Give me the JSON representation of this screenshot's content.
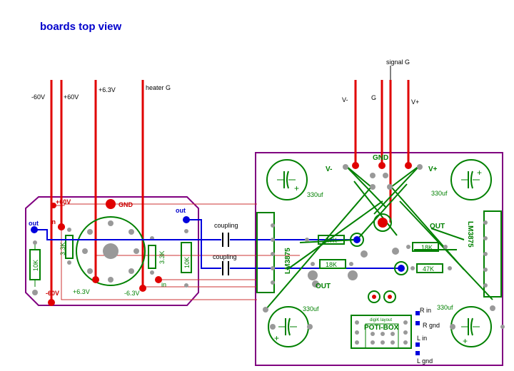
{
  "title": "boards top view",
  "wires": {
    "neg60": "-60V",
    "pos60": "+60V",
    "pos63": "+6.3V",
    "heater_g": "heater G",
    "v_minus": "V-",
    "g": "G",
    "signal_g": "signal G",
    "v_plus": "V+"
  },
  "tube_board": {
    "plus60": "+60V",
    "gnd": "GND",
    "out": "out",
    "in_top": "in",
    "in_left": "out",
    "minus60": "-60V",
    "plus63": "+6.3V",
    "minus63": "-6.3V",
    "r_33_left": "3.3K",
    "r_33_right": "3.3K",
    "r_10k_left": "10K",
    "r_10k_right": "10K",
    "in_bottom": "in"
  },
  "coupling": {
    "top": "coupling",
    "bottom": "coupling"
  },
  "amp_board": {
    "v_minus": "V-",
    "gnd": "GND",
    "v_plus": "V+",
    "cap_tl": "330uf",
    "cap_tr": "330uf",
    "cap_bl": "330uf",
    "cap_br": "330uf",
    "ic_left": "LM3875",
    "ic_right": "LM3875",
    "r_47k_a": "47K",
    "r_18k_a": "18K",
    "r_18k_b": "18K",
    "r_47k_b": "47K",
    "out_right": "OUT",
    "out_left": "OUT",
    "pot_box": "POTI-BOX",
    "pot_small": "digiK layout",
    "r_in": "R in",
    "r_gnd": "R gnd",
    "l_in": "L in",
    "l_gnd": "L gnd"
  },
  "colors": {
    "red": "#e00000",
    "blue": "#0000dd",
    "green": "#008000",
    "purple": "#800080",
    "title": "#0000cc"
  }
}
